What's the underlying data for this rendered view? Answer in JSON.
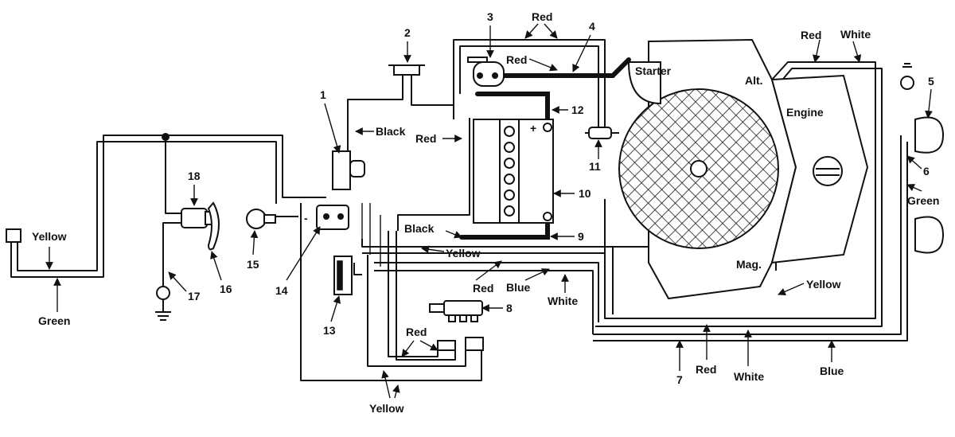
{
  "wire_labels": {
    "red_top": "Red",
    "red_battery": "Red",
    "black_mid": "Black",
    "red_mid": "Red",
    "red_alt": "Red",
    "white_alt": "White",
    "starter": "Starter",
    "alt": "Alt.",
    "engine": "Engine",
    "mag": "Mag.",
    "yellow_left": "Yellow",
    "green_left": "Green",
    "black_batt": "Black",
    "yellow_mid": "Yellow",
    "red_low": "Red",
    "blue_low": "Blue",
    "white_low": "White",
    "yellow_mag": "Yellow",
    "green_right": "Green",
    "red_bottom_left": "Red",
    "yellow_bottom": "Yellow",
    "red_bottom": "Red",
    "white_bottom": "White",
    "blue_bottom": "Blue",
    "minus": "-",
    "plus": "+"
  },
  "callouts": {
    "n1": "1",
    "n2": "2",
    "n3": "3",
    "n4": "4",
    "n5": "5",
    "n6": "6",
    "n7": "7",
    "n8": "8",
    "n9": "9",
    "n10": "10",
    "n11": "11",
    "n12": "12",
    "n13": "13",
    "n14": "14",
    "n15": "15",
    "n16": "16",
    "n17": "17",
    "n18": "18"
  }
}
